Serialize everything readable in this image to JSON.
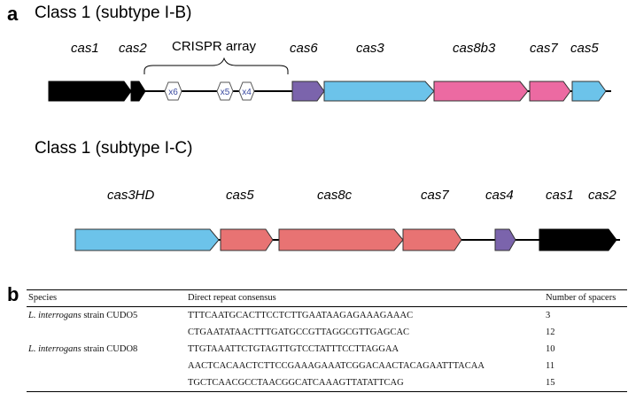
{
  "panel_a": {
    "label": "a",
    "class1_title": "Class 1 (subtype I-B)",
    "class2_title": "Class 1 (subtype I-C)",
    "ib_genes": [
      "cas1",
      "cas2",
      "cas6",
      "cas3",
      "cas8b3",
      "cas7",
      "cas5"
    ],
    "crispr_label": "CRISPR array",
    "repeat_labels": [
      "x6",
      "x5",
      "x4"
    ],
    "ic_genes": [
      "cas3HD",
      "cas5",
      "cas8c",
      "cas7",
      "cas4",
      "cas1",
      "cas2"
    ],
    "colors": {
      "cas1_cas2": "#000000",
      "cas3": "#6cc3ea",
      "cas6_cas4": "#7b64ac",
      "cas8b3_cas7_ib": "#ec6aa2",
      "ic_red": "#e87373",
      "repeat": "#ffffff"
    }
  },
  "panel_b": {
    "label": "b",
    "headers": [
      "Species",
      "Direct repeat consensus",
      "Number of spacers"
    ],
    "rows": [
      {
        "species_italic": "L. interrogans",
        "species_rest": " strain CUDO5",
        "repeat": "TTTCAATGCACTTCCTCTTGAATAAGAGAAAGAAAC",
        "spacers": "3"
      },
      {
        "species_italic": "",
        "species_rest": "",
        "repeat": "CTGAATATAACTTTGATGCCGTTAGGCGTTGAGCAC",
        "spacers": "12"
      },
      {
        "species_italic": "L. interrogans",
        "species_rest": " strain CUDO8",
        "repeat": "TTGTAAATTCTGTAGTTGTCCTATTTCCTTAGGAA",
        "spacers": "10"
      },
      {
        "species_italic": "",
        "species_rest": "",
        "repeat": "AACTCACAACTCTTCCGAAAGAAATCGGACAACTACAGAATTTACAA",
        "spacers": "11"
      },
      {
        "species_italic": "",
        "species_rest": "",
        "repeat": "TGCTCAACGCCTAACGGCATCAAAGTTATATTCAG",
        "spacers": "15"
      }
    ]
  }
}
